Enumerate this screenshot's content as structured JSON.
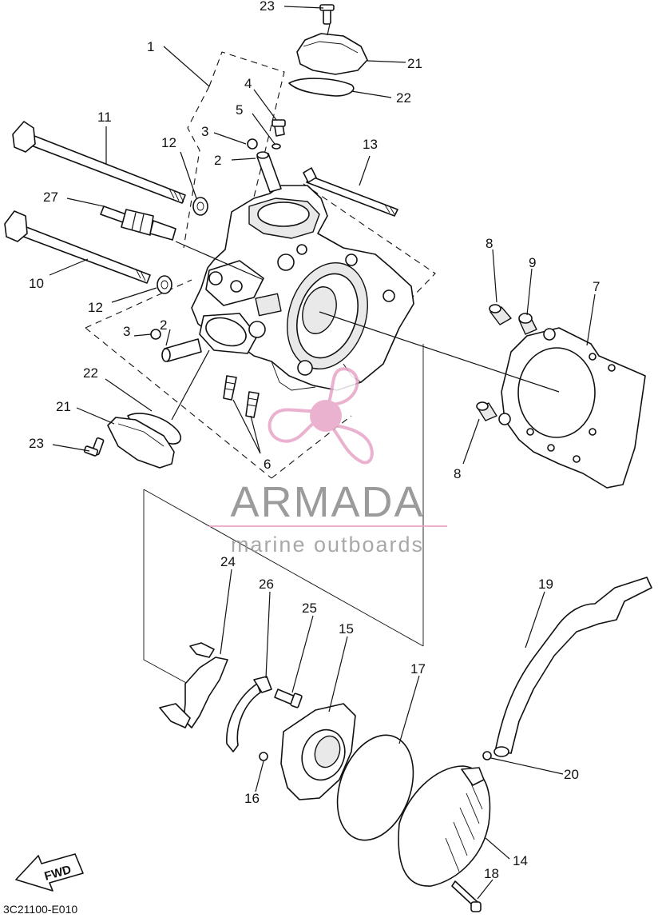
{
  "diagram_code": "3C21100-E010",
  "fwd_label": "FWD",
  "watermark": {
    "brand": "ARMADA",
    "tagline": "marine outboards",
    "logo_color": "#e8a5c8",
    "text_color": "#8a8a8a"
  },
  "callouts": {
    "c1": "1",
    "c2a": "2",
    "c2b": "2",
    "c3a": "3",
    "c3b": "3",
    "c4": "4",
    "c5": "5",
    "c6": "6",
    "c7": "7",
    "c8a": "8",
    "c8b": "8",
    "c9": "9",
    "c10": "10",
    "c11": "11",
    "c12a": "12",
    "c12b": "12",
    "c13": "13",
    "c14": "14",
    "c15": "15",
    "c16": "16",
    "c17": "17",
    "c18": "18",
    "c19": "19",
    "c20": "20",
    "c21a": "21",
    "c21b": "21",
    "c22a": "22",
    "c22b": "22",
    "c23a": "23",
    "c23b": "23",
    "c24": "24",
    "c25": "25",
    "c26": "26",
    "c27": "27"
  }
}
